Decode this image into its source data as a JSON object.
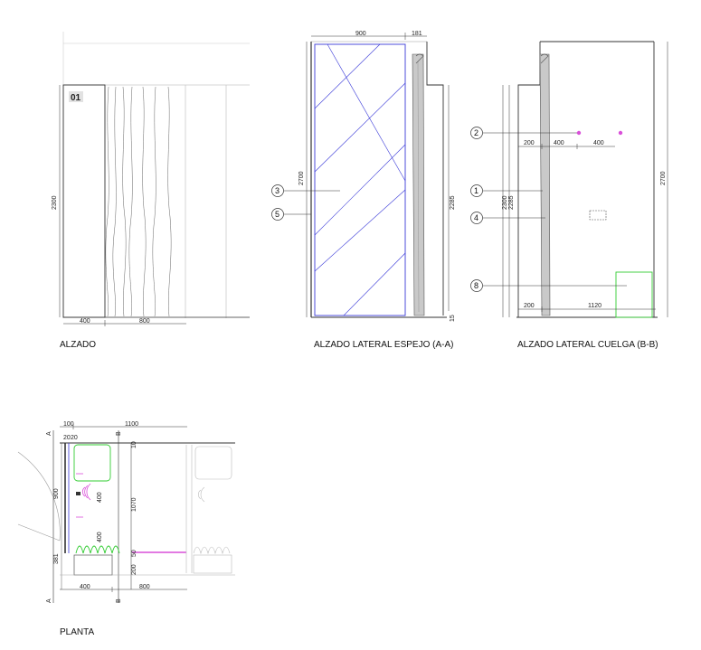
{
  "views": {
    "alzado": {
      "title": "ALZADO",
      "tag": "01",
      "dims": {
        "height": "2300",
        "left_width": "400",
        "right_width": "800"
      }
    },
    "lateral_espejo": {
      "title": "ALZADO LATERAL ESPEJO (A-A)",
      "dims": {
        "top_width": "900",
        "top_small": "181",
        "total_height": "2700",
        "inner_height": "2285",
        "bottom_small": "15"
      },
      "callouts": [
        "3",
        "5"
      ]
    },
    "lateral_cuelga": {
      "title": "ALZADO LATERAL CUELGA (B-B)",
      "dims": {
        "d200a": "200",
        "d400a": "400",
        "d400b": "400",
        "h2300": "2300",
        "h2285": "2285",
        "h2700": "2700",
        "d200b": "200",
        "d1120": "1120"
      },
      "callouts": [
        "2",
        "1",
        "4",
        "8"
      ]
    },
    "planta": {
      "title": "PLANTA",
      "dims": {
        "top_100": "100",
        "top_1100": "1100",
        "top_20a": "20",
        "top_20b": "20",
        "v900": "900",
        "v381": "381",
        "v1070": "1070",
        "v200": "200",
        "v10": "10",
        "v50": "50",
        "r400a": "400",
        "r400b": "400",
        "bottom_400": "400",
        "bottom_800": "800"
      },
      "section_marks": {
        "a": "A",
        "b": "B"
      }
    }
  },
  "colors": {
    "line": "#333333",
    "mirror": "#3a3ad8",
    "highlight_green": "#33cc33",
    "magenta": "#d94fd9",
    "light": "#bbbbbb"
  }
}
